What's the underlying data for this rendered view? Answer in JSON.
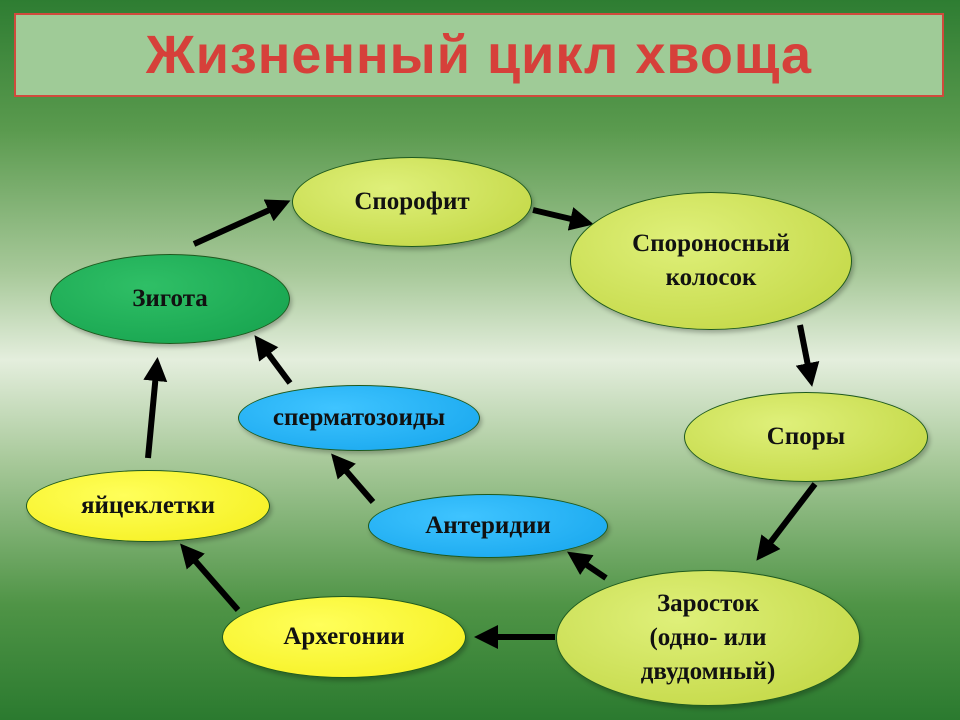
{
  "title": "Жизненный цикл хвоща",
  "nodes": {
    "sporophyte": "Спорофит",
    "strobilus_line1": "Спороносный",
    "strobilus_line2": "колосок",
    "spores": "Споры",
    "prothallus_line1": "Заросток",
    "prothallus_line2": "(одно- или",
    "prothallus_line3": "двудомный)",
    "archegonia": "Архегонии",
    "antheridia": "Антеридии",
    "sperm": "сперматозоиды",
    "eggs": "яйцеклетки",
    "zygote": "Зигота"
  },
  "colors": {
    "title_text": "#d6403a",
    "title_border": "#d04a3c",
    "title_bg": "#9fcb97",
    "lime": "#cde04f",
    "green": "#1aa854",
    "blue": "#20b0f4",
    "yellow": "#f8f22a",
    "arrow": "#000000"
  }
}
